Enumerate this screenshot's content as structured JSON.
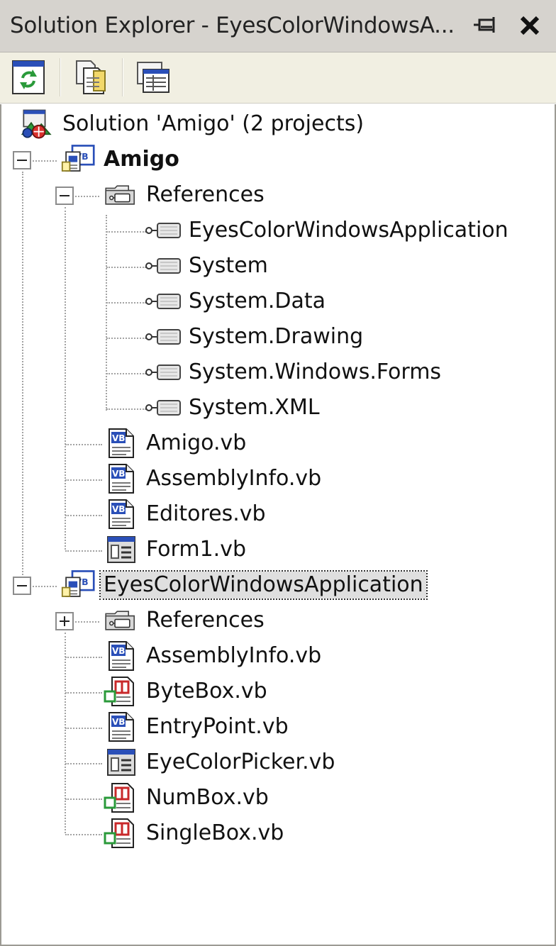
{
  "window": {
    "title": "Solution Explorer - EyesColorWindowsA..."
  },
  "toolbar": {
    "buttons": [
      {
        "name": "refresh",
        "icon": "refresh-icon"
      },
      {
        "name": "show-all-files",
        "icon": "show-all-files-icon"
      },
      {
        "name": "properties",
        "icon": "properties-icon"
      }
    ]
  },
  "tree": {
    "solution": "Solution 'Amigo' (2 projects)",
    "project1": {
      "name": "Amigo",
      "references_label": "References",
      "references": [
        "EyesColorWindowsApplication",
        "System",
        "System.Data",
        "System.Drawing",
        "System.Windows.Forms",
        "System.XML"
      ],
      "files": [
        {
          "name": "Amigo.vb",
          "icon": "vb-file-icon"
        },
        {
          "name": "AssemblyInfo.vb",
          "icon": "vb-file-icon"
        },
        {
          "name": "Editores.vb",
          "icon": "vb-file-icon"
        },
        {
          "name": "Form1.vb",
          "icon": "form-file-icon"
        }
      ]
    },
    "project2": {
      "name": "EyesColorWindowsApplication",
      "references_label": "References",
      "files": [
        {
          "name": "AssemblyInfo.vb",
          "icon": "vb-file-icon"
        },
        {
          "name": "ByteBox.vb",
          "icon": "user-control-icon"
        },
        {
          "name": "EntryPoint.vb",
          "icon": "vb-file-icon"
        },
        {
          "name": "EyeColorPicker.vb",
          "icon": "form-file-icon"
        },
        {
          "name": "NumBox.vb",
          "icon": "user-control-icon"
        },
        {
          "name": "SingleBox.vb",
          "icon": "user-control-icon"
        }
      ]
    }
  },
  "colors": {
    "titlebar": "#d6d3ce",
    "toolbar": "#f1efe2",
    "vb_blue": "#2a4fb8",
    "control_red": "#c8282a",
    "control_green": "#2a9a3a"
  }
}
